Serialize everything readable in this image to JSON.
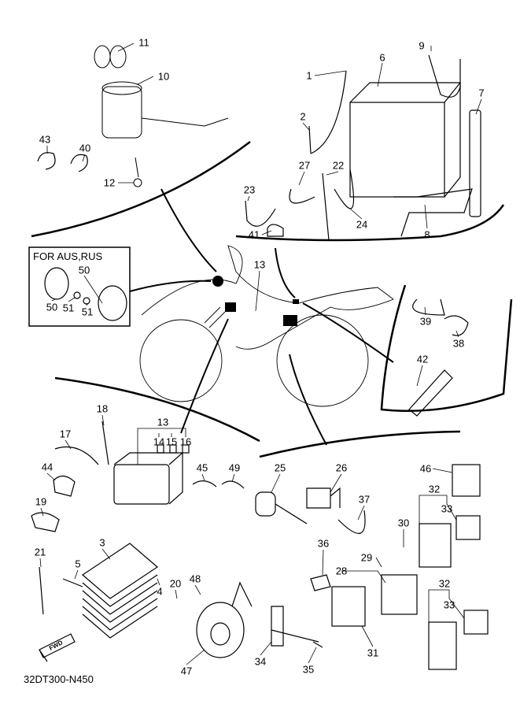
{
  "diagram_code": "32DT300-N450",
  "fwd_label": "FWD",
  "variant_note": "FOR AUS,RUS",
  "callouts": [
    "11",
    "10",
    "43",
    "40",
    "12",
    "1",
    "2",
    "6",
    "9",
    "7",
    "27",
    "22",
    "23",
    "24",
    "41",
    "8",
    "50",
    "50",
    "51",
    "51",
    "13",
    "39",
    "38",
    "42",
    "18",
    "13",
    "14",
    "15",
    "16",
    "17",
    "45",
    "49",
    "44",
    "19",
    "3",
    "21",
    "5",
    "20",
    "48",
    "4",
    "47",
    "25",
    "26",
    "37",
    "46",
    "32",
    "33",
    "30",
    "36",
    "29",
    "28",
    "31",
    "32",
    "33",
    "34",
    "35"
  ]
}
